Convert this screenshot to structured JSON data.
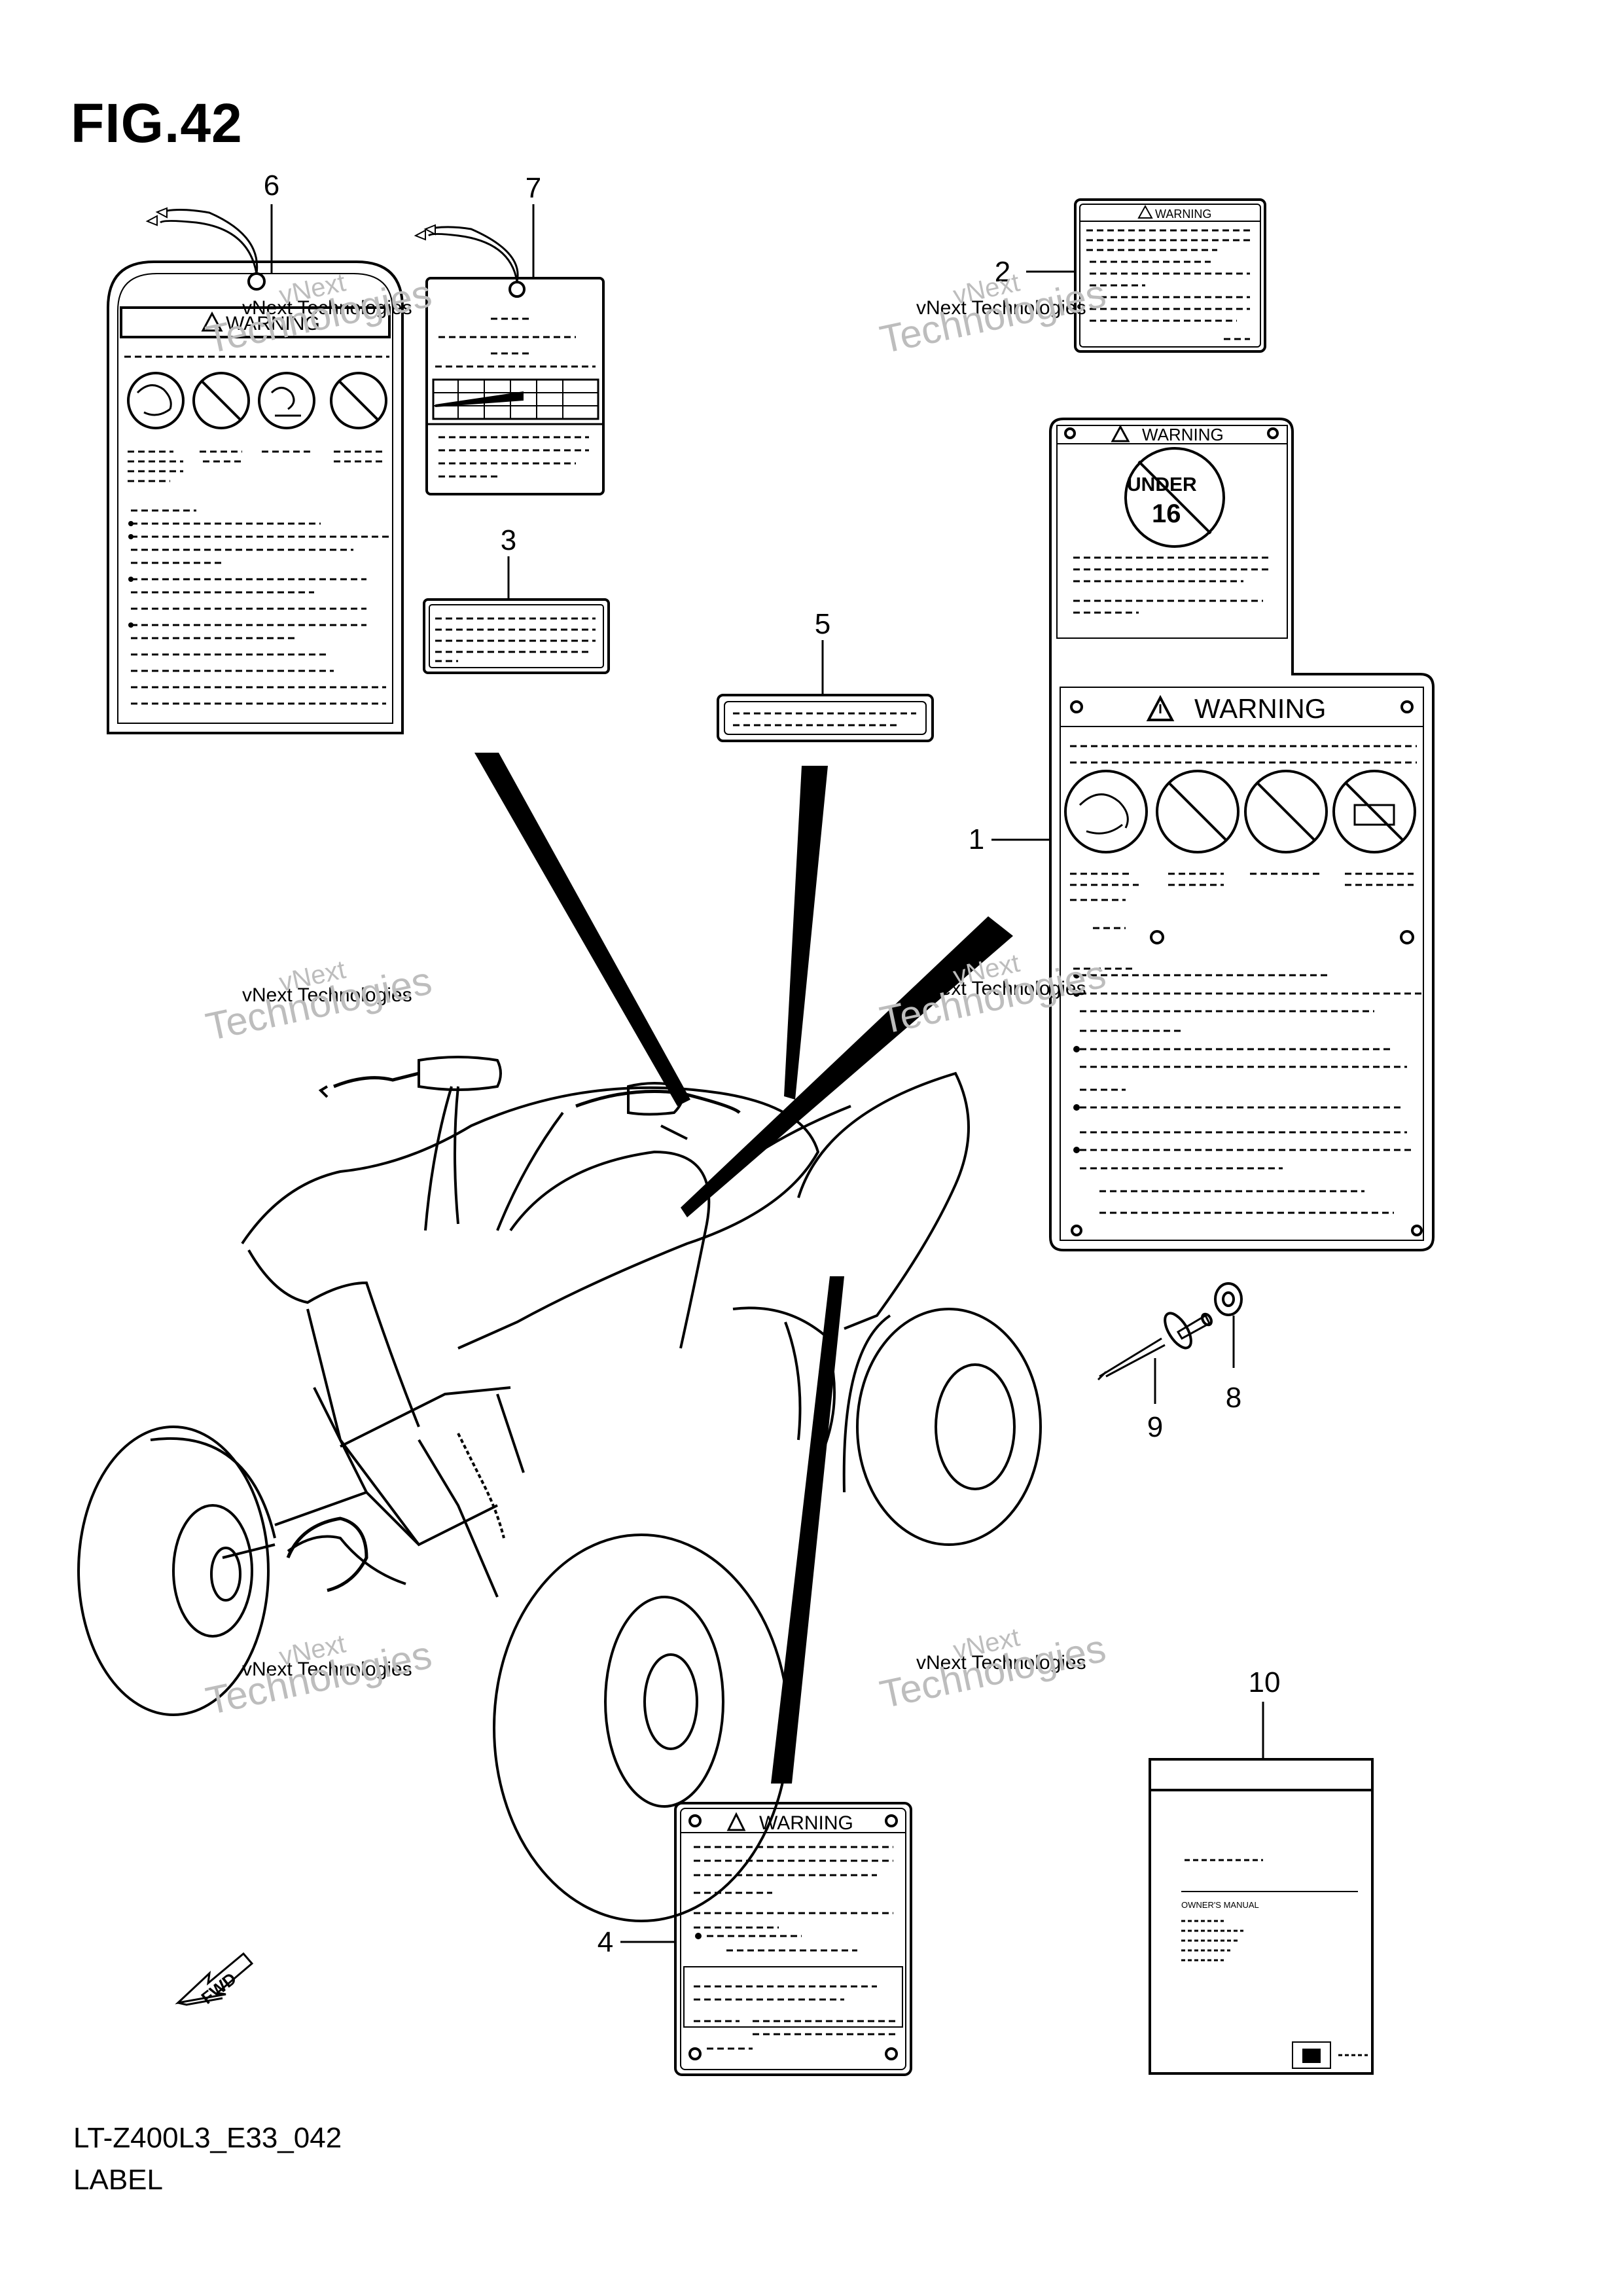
{
  "figure": {
    "title": "FIG.42",
    "code": "LT-Z400L3_E33_042",
    "label": "LABEL"
  },
  "callouts": [
    "1",
    "2",
    "3",
    "4",
    "5",
    "6",
    "7",
    "8",
    "9",
    "10"
  ],
  "label_texts": {
    "warning": "WARNING",
    "under": "UNDER",
    "age": "16",
    "owners_manual": "OWNER'S MANUAL",
    "fwd": "FWD"
  },
  "watermark": {
    "line1": "vNext Technologies",
    "line2": "Technologies",
    "line3": "vNext"
  },
  "colors": {
    "ink": "#000000",
    "watermark": "#bdbdbd"
  }
}
